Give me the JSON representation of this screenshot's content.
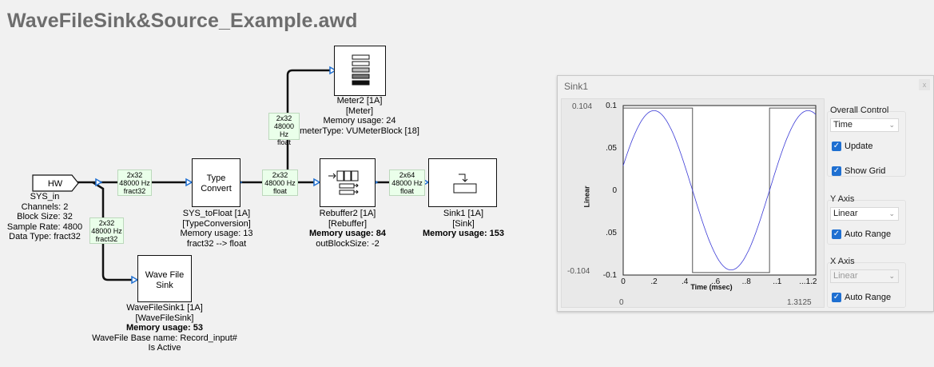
{
  "window_title": "WaveFileSink&Source_Example.awd",
  "hw_label": "HW",
  "blocks": {
    "sys_in": {
      "lines": [
        "SYS_in",
        "Channels: 2",
        "Block Size: 32",
        "Sample Rate: 4800",
        "Data Type: fract32"
      ]
    },
    "type_convert": {
      "text1": "Type",
      "text2": "Convert",
      "lines": [
        "SYS_toFloat [1A]",
        "[TypeConversion]",
        "Memory usage: 13",
        "fract32 --> float"
      ]
    },
    "meter": {
      "lines": [
        "Meter2 [1A]",
        "[Meter]",
        "Memory usage: 24",
        "meterType: VUMeterBlock [18]"
      ]
    },
    "rebuffer": {
      "lines": [
        "Rebuffer2 [1A]",
        "[Rebuffer]"
      ],
      "memory": "Memory usage: 84",
      "extra": "outBlockSize: -2"
    },
    "sink": {
      "lines": [
        "Sink1 [1A]",
        "[Sink]"
      ],
      "memory": "Memory usage: 153"
    },
    "wavefile": {
      "text1": "Wave File",
      "text2": "Sink",
      "lines": [
        "WaveFileSink1 [1A]",
        "[WaveFileSink]"
      ],
      "memory": "Memory usage: 53",
      "extra1": "WaveFile Base name: Record_input#",
      "extra2": "Is Active"
    }
  },
  "tags": {
    "t1": [
      "2x32",
      "48000 Hz",
      "fract32"
    ],
    "t2": [
      "2x32",
      "48000 Hz",
      "float"
    ],
    "t3": [
      "2x32",
      "48000 Hz",
      "float"
    ],
    "t4": [
      "2x64",
      "48000 Hz",
      "float"
    ],
    "t5": [
      "2x32",
      "48000 Hz",
      "fract32"
    ]
  },
  "sink_window": {
    "title": "Sink1",
    "close": "x",
    "y_max_readout": "0.104",
    "y_min_readout": "-0.104",
    "x_min_readout": "0",
    "x_max_readout": "1.3125",
    "y_axis_label": "Linear",
    "x_axis_label": "Time (msec)",
    "y_ticks": [
      "0.1",
      ".05",
      "0",
      ".05",
      "-0.1"
    ],
    "x_ticks": [
      "0",
      ".2",
      ".4",
      "..6",
      "..8",
      "..1",
      "...1.2"
    ],
    "overall_control": {
      "label": "Overall Control",
      "select": "Time",
      "update": "Update",
      "show_grid": "Show Grid"
    },
    "y_axis": {
      "label": "Y Axis",
      "select": "Linear",
      "auto_range": "Auto Range"
    },
    "x_axis": {
      "label": "X Axis",
      "select": "Linear",
      "auto_range": "Auto Range"
    },
    "colors": {
      "sine": "#3b3bd6",
      "square": "#555555",
      "checkbox": "#1e6fd1"
    }
  },
  "chart_data": {
    "type": "line",
    "x_range": [
      0,
      1.3125
    ],
    "y_range": [
      -0.104,
      0.104
    ],
    "series": [
      {
        "kind": "sine",
        "amplitude": 0.094,
        "period_ms": 1.0,
        "phase_peak_ms": 0.2
      },
      {
        "kind": "square",
        "amplitude": 0.1,
        "period_ms": 1.0,
        "high_until_ms": 0.45,
        "high_from_ms": 0.95
      }
    ]
  }
}
